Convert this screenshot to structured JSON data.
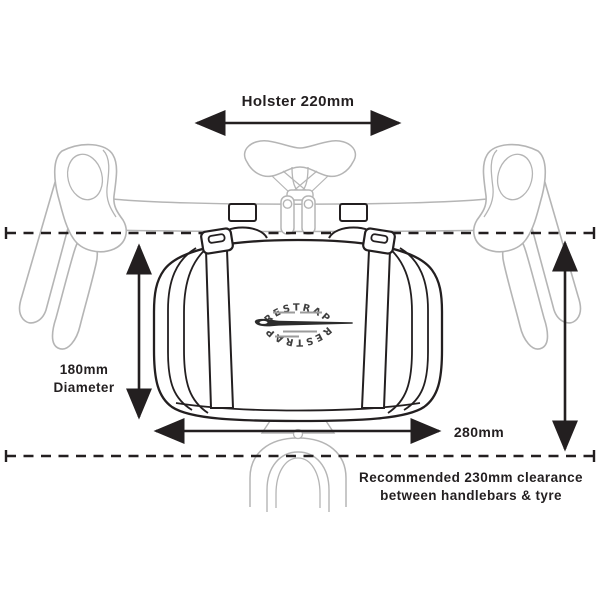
{
  "diagram": {
    "labels": {
      "holster_width": "Holster 220mm",
      "diameter_line1": "180mm",
      "diameter_line2": "Diameter",
      "bag_width": "280mm",
      "clearance_line1": "Recommended 230mm clearance",
      "clearance_line2": "between handlebars & tyre"
    },
    "logo": {
      "arc_top": "RESTRAP",
      "arc_bottom": "RESTRAP"
    },
    "colors": {
      "ink": "#231f20",
      "bike_outline": "#b5b5b5",
      "logo_text": "#3f3f3f",
      "logo_lines": "#9b9b9b",
      "background": "#ffffff"
    }
  }
}
